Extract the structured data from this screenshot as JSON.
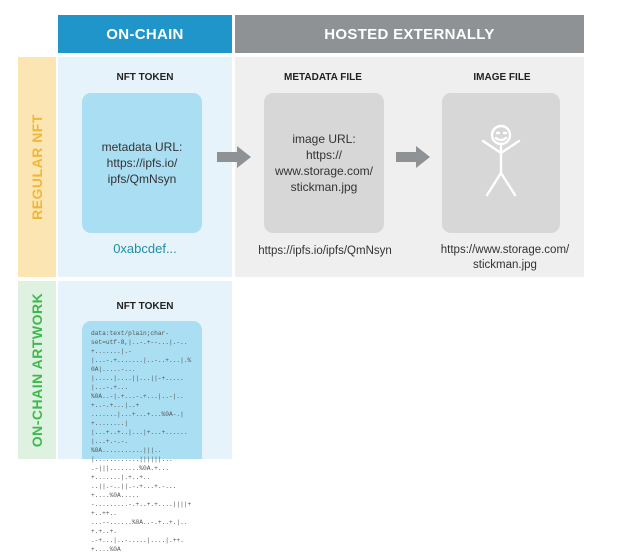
{
  "headers": {
    "on_chain": "ON-CHAIN",
    "hosted_externally": "HOSTED EXTERNALLY"
  },
  "rows": {
    "regular_nft": "REGULAR NFT",
    "on_chain_artwork": "ON-CHAIN ARTWORK"
  },
  "regular": {
    "nft_token_title": "NFT TOKEN",
    "nft_token_text": [
      "metadata URL:",
      "https://ipfs.io/",
      "ipfs/QmNsyn"
    ],
    "token_hash": "0xabcdef...",
    "metadata_title": "METADATA FILE",
    "metadata_text": [
      "image URL:",
      "https://",
      "www.storage.com/",
      "stickman.jpg"
    ],
    "metadata_caption": "https://ipfs.io/ipfs/QmNsyn",
    "image_title": "IMAGE FILE",
    "image_caption": [
      "https://www.storage.com/",
      "stickman.jpg"
    ]
  },
  "artwork": {
    "nft_token_title": "NFT TOKEN",
    "data_text": "data:text/plain;char-\nset=utf-8,|..-.+--...|.-..+.......|.-\n|...-.+.......|..-..+...|.%0A|.....-...\n|.....|....||...||-+.....|...-.+...\n%0A..-|.+...-.+...|..-|..+..-.+...|..+\n.......|...+...+...%0A-.|+........|\n|...+..+..|...|+...+......|...+.-.-.\n%0A...........|||..|............||||||...\n.-|||........%0A.+...+.......|.+..+..\n..||.-..||.-.+...+.-...+....%0A.....\n-.........-.+..+.+....||||++..++..\n...--......%0A..-.+..+.|..+.+..+.\n.-+...|..-.....|....|.++.+....%0A"
  },
  "colors": {
    "on_chain_header": "#1f95c9",
    "hosted_header": "#8f9294",
    "regular_label_bg": "#fbe6b3",
    "regular_label_text": "#f0b63a",
    "artwork_label_bg": "#dff2e2",
    "artwork_label_text": "#3fb84e",
    "card_blue": "#a9def3",
    "card_gray": "#d7d7d7",
    "hash_color": "#1d8fa8"
  },
  "icons": {
    "arrow": "right-arrow-icon",
    "stickman": "stickman-icon"
  }
}
